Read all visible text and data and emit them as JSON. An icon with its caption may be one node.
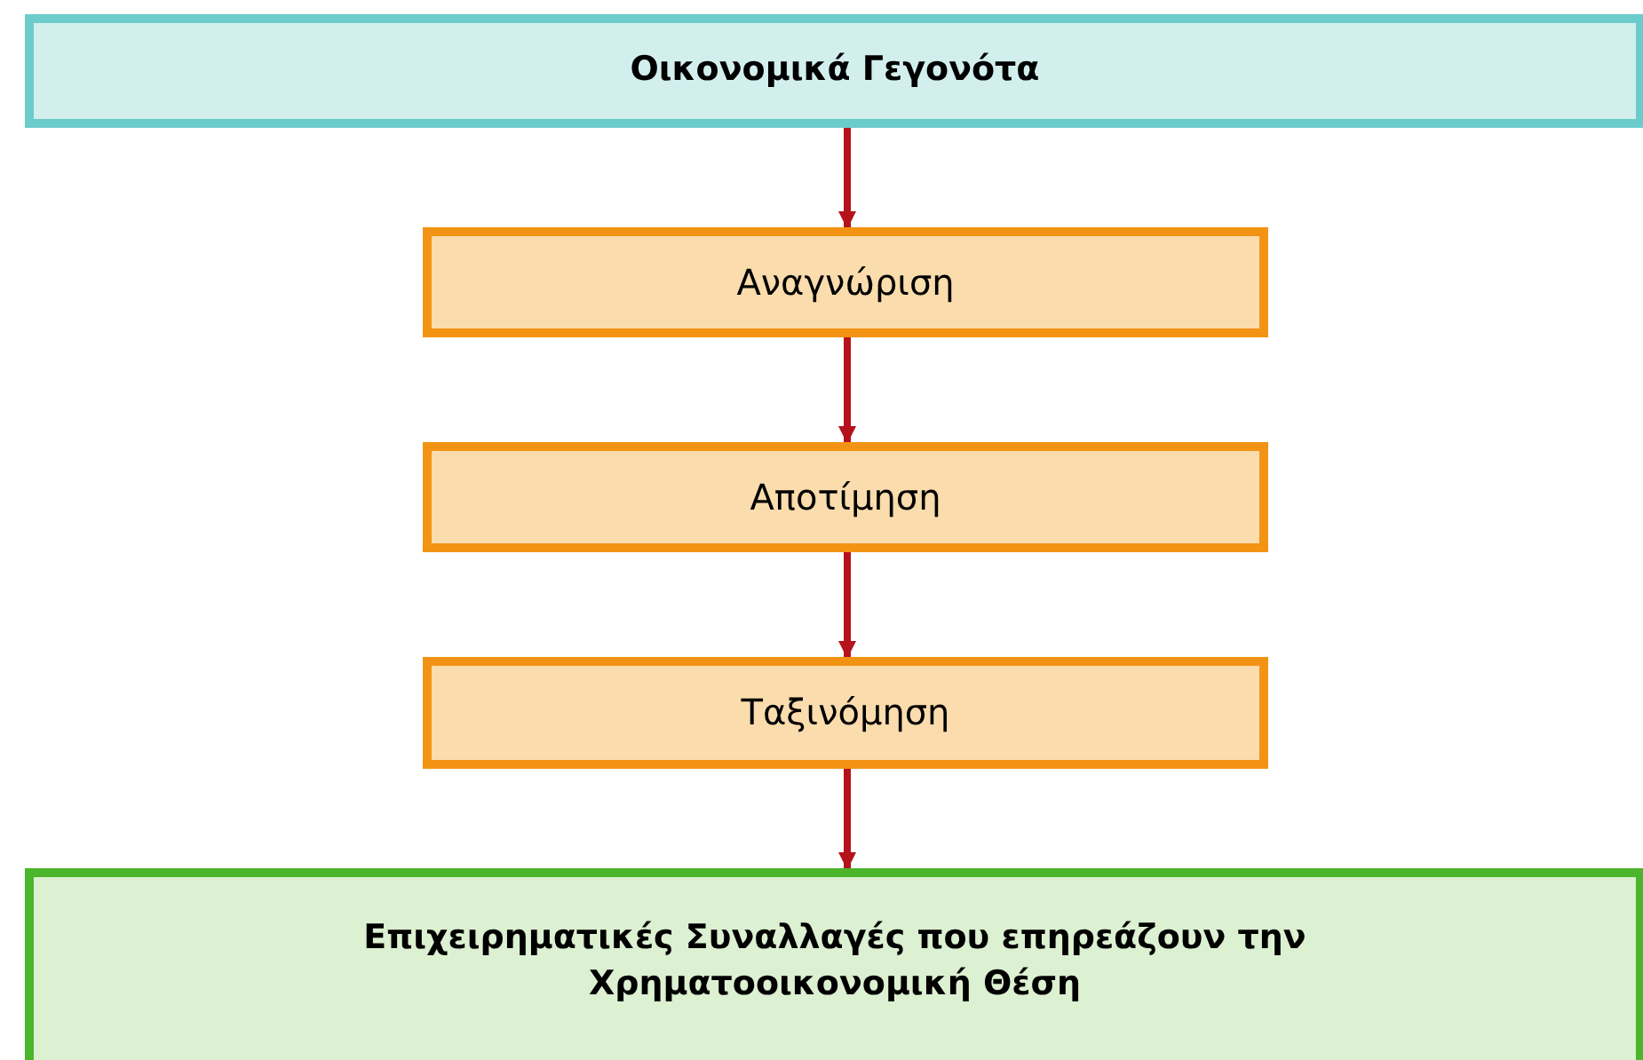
{
  "diagram": {
    "nodes": [
      {
        "text": [
          "Οικονομικά Γεγονότα"
        ]
      },
      {
        "text": [
          "Αναγνώριση"
        ]
      },
      {
        "text": [
          "Αποτίμηση"
        ]
      },
      {
        "text": [
          "Ταξινόμηση"
        ]
      },
      {
        "text": [
          "Επιχειρηματικές Συναλλαγές που επηρεάζουν την Χρηματοοικονομική Θέση"
        ]
      }
    ],
    "edges": [
      {
        "from": 0,
        "to": 1,
        "arrow": "to"
      },
      {
        "from": 1,
        "to": 2,
        "arrow": "to"
      },
      {
        "from": 2,
        "to": 3,
        "arrow": "to"
      },
      {
        "from": 3,
        "to": 4,
        "arrow": "to"
      }
    ]
  }
}
